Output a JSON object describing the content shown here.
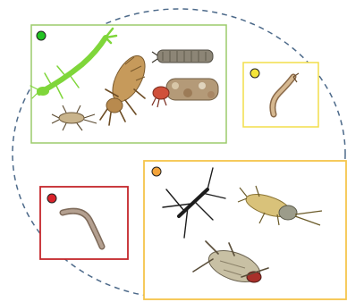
{
  "groups": [
    {
      "id": "green",
      "color": "#9ccb6b",
      "dot": "#22c322",
      "icons": [
        "green-damselfly-nymph-icon",
        "dragonfly-nymph-icon",
        "caddisfly-case-icon",
        "caddisfly-case-with-larva-icon",
        "mayfly-nymph-icon"
      ]
    },
    {
      "id": "yellow",
      "color": "#f2de4a",
      "dot": "#f4e43a",
      "icons": [
        "small-larva-icon"
      ]
    },
    {
      "id": "red",
      "color": "#c4262b",
      "dot": "#d9232b",
      "icons": [
        "worm-larva-icon"
      ]
    },
    {
      "id": "orange",
      "color": "#f5c54a",
      "dot": "#f3a33a",
      "icons": [
        "water-strider-icon",
        "stonefly-nymph-icon",
        "water-boatman-icon"
      ]
    }
  ],
  "ellipse": {
    "stroke": "#4d6a8a",
    "style": "dashed"
  }
}
